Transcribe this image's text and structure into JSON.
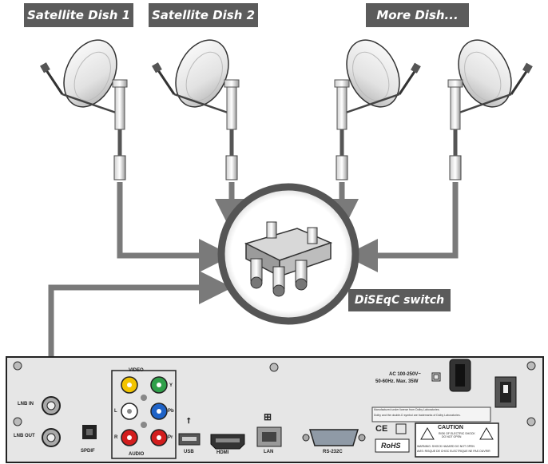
{
  "labels": {
    "dish1": "Satellite Dish 1",
    "dish2": "Satellite Dish 2",
    "more": "More Dish...",
    "switch": "DiSEqC switch"
  },
  "panel": {
    "lnb_in": "LNB IN",
    "lnb_out": "LNB OUT",
    "spdif": "SPDIF",
    "video": "VIDEO",
    "audio": "AUDIO",
    "y": "Y",
    "pb": "Pb",
    "pr": "Pr",
    "l": "L",
    "r": "R",
    "usb": "USB",
    "hdmi": "HDMI",
    "lan": "LAN",
    "rs232": "RS-232C",
    "ac_line1": "AC 100-250V~",
    "ac_line2": "50-60Hz. Max. 35W",
    "dolby_line1": "Manufactured under license from Dolby Laboratories.",
    "dolby_line2": "Dolby and the double-D symbol are trademarks of Dolby Laboratories.",
    "ce": "CE",
    "rohs": "RoHS",
    "caution": "CAUTION",
    "caution_sub1": "RISK OF ELECTRIC SHOCK",
    "caution_sub2": "DO NOT OPEN",
    "warning": "WARNING: SHOCK HAZARD DO NOT OPEN",
    "avis": "AVIS: RISQUE DE CHOC ELECTRIQUE NE PAS OUVRIR"
  },
  "colors": {
    "label_bg": "#5b5b5b",
    "cable": "#7a7a7a",
    "panel_bg": "#e6e6e6",
    "video_yellow": "#f2c400",
    "green": "#2fa04a",
    "blue": "#1f63c7",
    "red": "#d21d1d"
  }
}
